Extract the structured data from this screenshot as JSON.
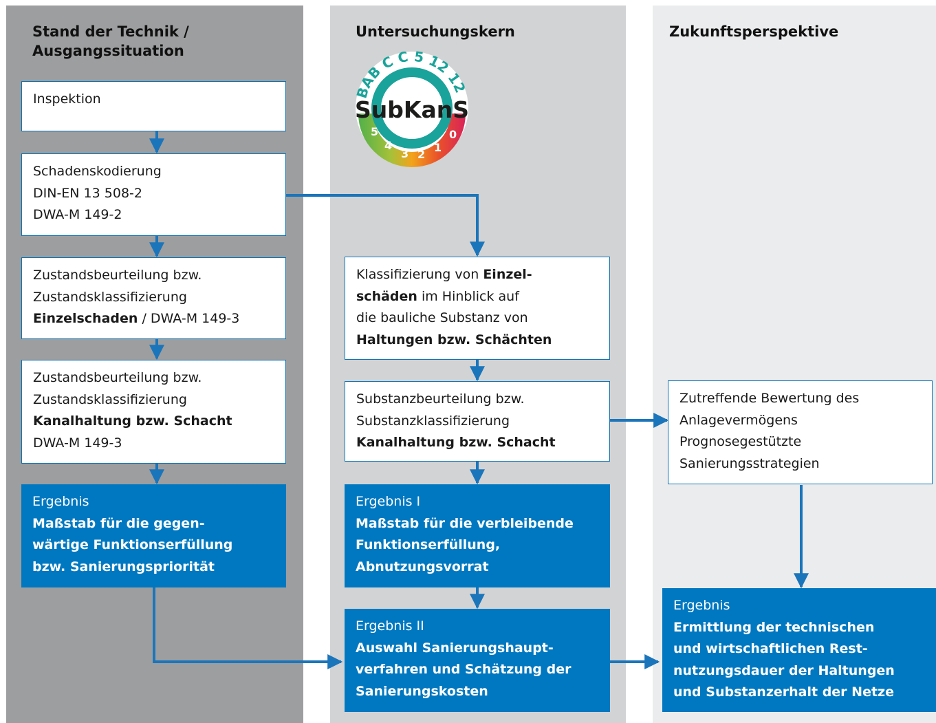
{
  "columns": {
    "c1_title": "Stand der Technik /\nAusgangssituation",
    "c2_title": "Untersuchungskern",
    "c3_title": "Zukunftsperspektive"
  },
  "logo": {
    "name": "SubKanS",
    "top_text": "BAB C C 5 12 12",
    "bottom_digits": [
      "5",
      "4",
      "3",
      "2",
      "1",
      "0"
    ]
  },
  "left": {
    "b1": "Inspektion",
    "b2": [
      "Schadenskodierung",
      "DIN-EN 13 508-2",
      "DWA-M 149-2"
    ],
    "b3": {
      "l1": "Zustandsbeurteilung bzw.",
      "l2": "Zustandsklassifizierung",
      "l3_bold": "Einzelschaden",
      "l3_rest": " / DWA-M 149-3"
    },
    "b4": {
      "l1": "Zustandsbeurteilung bzw.",
      "l2": "Zustandsklassifizierung",
      "l3_bold": "Kanalhaltung bzw. Schacht",
      "l4": "DWA-M 149-3"
    },
    "result": {
      "label": "Ergebnis",
      "bold": [
        "Maßstab für die gegen-",
        "wärtige Funktionserfüllung",
        "bzw. Sanierungspriorität"
      ]
    }
  },
  "middle": {
    "b1": {
      "l1_pre": "Klassifizierung von ",
      "l1_bold": "Einzel-",
      "l2_bold": "schäden",
      "l2_rest": " im Hinblick auf",
      "l3": "die bauliche Substanz von",
      "l4_bold": "Haltungen bzw. Schächten"
    },
    "b2": {
      "l1": "Substanzbeurteilung bzw.",
      "l2": "Substanzklassifizierung",
      "l3_bold": "Kanalhaltung bzw. Schacht"
    },
    "result1": {
      "label": "Ergebnis I",
      "bold": [
        "Maßstab für die verbleibende",
        "Funktionserfüllung,",
        "Abnutzungsvorrat"
      ]
    },
    "result2": {
      "label": "Ergebnis II",
      "bold": [
        "Auswahl Sanierungshaupt-",
        "verfahren und Schätzung der",
        "Sanierungskosten"
      ]
    }
  },
  "right": {
    "b1": [
      "Zutreffende Bewertung des",
      "Anlagevermögens",
      "Prognosegestützte",
      "Sanierungsstrategien"
    ],
    "result": {
      "label": "Ergebnis",
      "bold": [
        "Ermittlung der technischen",
        "und wirtschaftlichen Rest-",
        "nutzungsdauer der Haltungen",
        "und Substanzerhalt der Netze"
      ]
    }
  },
  "colors": {
    "col1_bg": "#9d9e9f",
    "col2_bg": "#d2d3d4",
    "col3_bg": "#ebeced",
    "accent_blue": "#0078c1",
    "arrow_blue": "#1b75bb",
    "logo_teal": "#1aa39a"
  }
}
